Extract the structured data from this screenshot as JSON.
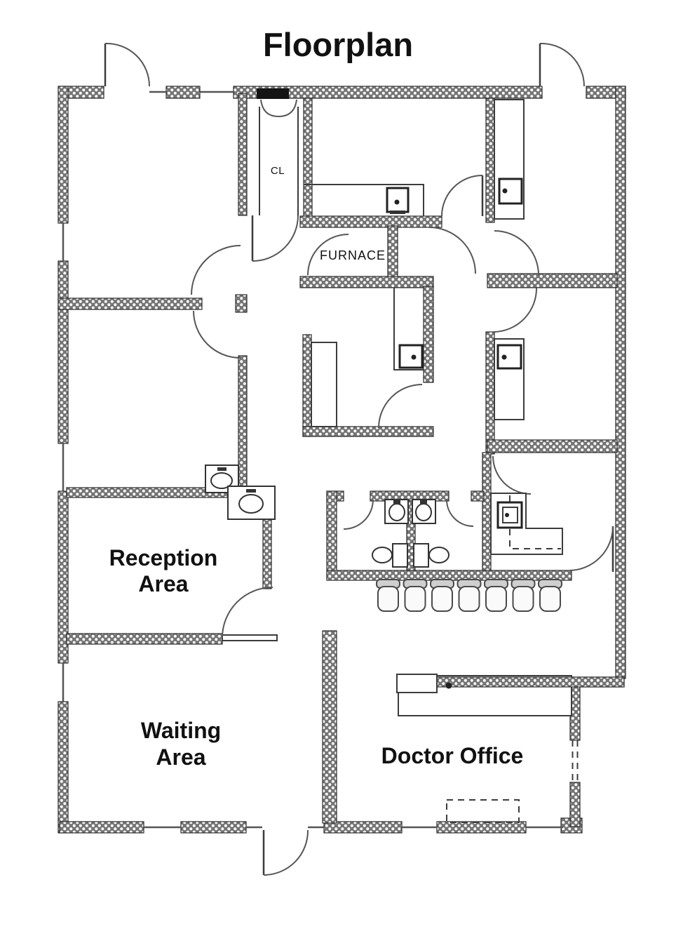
{
  "title": "Floorplan",
  "rooms": {
    "closet": {
      "label": "CL"
    },
    "furnace": {
      "label": "FURNACE"
    },
    "reception": {
      "label_line1": "Reception",
      "label_line2": "Area"
    },
    "waiting": {
      "label_line1": "Waiting",
      "label_line2": "Area"
    },
    "doctor_office": {
      "label": "Doctor Office"
    }
  },
  "fixtures": {
    "waiting_chairs": 7,
    "restroom_toilets": 2,
    "restroom_basins": 2,
    "exam_room_sinks": 5,
    "wall_fountains": 2
  },
  "colors": {
    "wall_fill": "#757575",
    "wall_dot": "#ffffff",
    "line": "#3c3c3c",
    "text": "#111111",
    "background": "#ffffff"
  }
}
